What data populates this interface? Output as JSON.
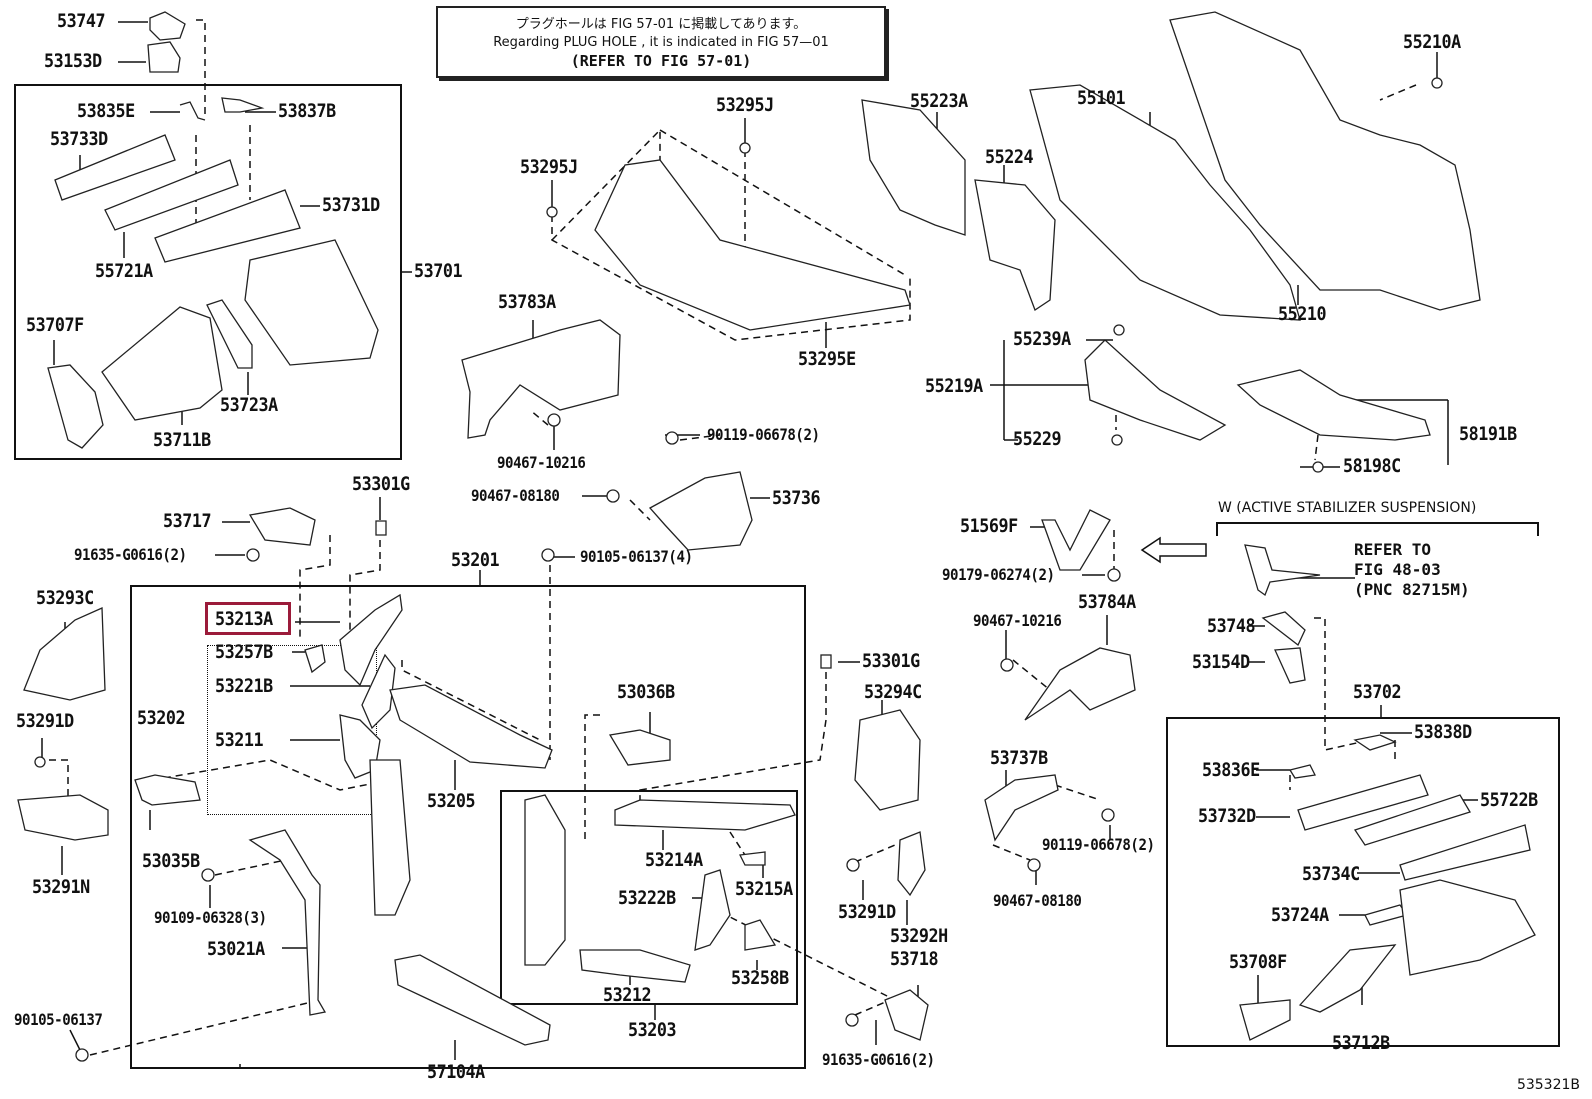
{
  "diagram": {
    "title_note": {
      "jp": "プラグホールは FIG 57-01 に掲載してあります。",
      "en": "Regarding  PLUG  HOLE , it is indicated in FIG  57—01",
      "ref": "(REFER TO FIG 57-01)"
    },
    "figure_code": "535321B",
    "highlighted_part": "53213A",
    "highlight_color": "#9b1b3a",
    "variant_note": "W (ACTIVE STABILIZER SUSPENSION)",
    "variant_ref": "REFER TO\nFIG 48-03\n(PNC 82715M)",
    "labels": [
      {
        "id": "53747",
        "text": "53747"
      },
      {
        "id": "53153D",
        "text": "53153D"
      },
      {
        "id": "53835E",
        "text": "53835E"
      },
      {
        "id": "53837B",
        "text": "53837B"
      },
      {
        "id": "53733D",
        "text": "53733D"
      },
      {
        "id": "53731D",
        "text": "53731D"
      },
      {
        "id": "55721A",
        "text": "55721A"
      },
      {
        "id": "53701",
        "text": "53701"
      },
      {
        "id": "53707F",
        "text": "53707F"
      },
      {
        "id": "53723A",
        "text": "53723A"
      },
      {
        "id": "53711B",
        "text": "53711B"
      },
      {
        "id": "53295J_a",
        "text": "53295J"
      },
      {
        "id": "53295J_b",
        "text": "53295J"
      },
      {
        "id": "53295E",
        "text": "53295E"
      },
      {
        "id": "53783A",
        "text": "53783A"
      },
      {
        "id": "90467-10216_a",
        "text": "90467-10216"
      },
      {
        "id": "90119-06678_a",
        "text": "90119-06678(2)"
      },
      {
        "id": "90467-08180_a",
        "text": "90467-08180"
      },
      {
        "id": "53736",
        "text": "53736"
      },
      {
        "id": "55223A",
        "text": "55223A"
      },
      {
        "id": "55224",
        "text": "55224"
      },
      {
        "id": "55101",
        "text": "55101"
      },
      {
        "id": "55210A",
        "text": "55210A"
      },
      {
        "id": "55210",
        "text": "55210"
      },
      {
        "id": "55239A",
        "text": "55239A"
      },
      {
        "id": "55219A",
        "text": "55219A"
      },
      {
        "id": "55229",
        "text": "55229"
      },
      {
        "id": "58191B",
        "text": "58191B"
      },
      {
        "id": "58198C",
        "text": "58198C"
      },
      {
        "id": "53301G_a",
        "text": "53301G"
      },
      {
        "id": "53717",
        "text": "53717"
      },
      {
        "id": "91635-G0616_a",
        "text": "91635-G0616(2)"
      },
      {
        "id": "53201",
        "text": "53201"
      },
      {
        "id": "90105-06137_a",
        "text": "90105-06137(4)"
      },
      {
        "id": "53293C",
        "text": "53293C"
      },
      {
        "id": "53213A",
        "text": "53213A"
      },
      {
        "id": "53257B",
        "text": "53257B"
      },
      {
        "id": "53221B",
        "text": "53221B"
      },
      {
        "id": "53202",
        "text": "53202"
      },
      {
        "id": "53211",
        "text": "53211"
      },
      {
        "id": "53291D_a",
        "text": "53291D"
      },
      {
        "id": "53035B",
        "text": "53035B"
      },
      {
        "id": "53205",
        "text": "53205"
      },
      {
        "id": "53036B",
        "text": "53036B"
      },
      {
        "id": "53291N",
        "text": "53291N"
      },
      {
        "id": "90109-06328",
        "text": "90109-06328(3)"
      },
      {
        "id": "53021A",
        "text": "53021A"
      },
      {
        "id": "90105-06137_b",
        "text": "90105-06137"
      },
      {
        "id": "57104A",
        "text": "57104A"
      },
      {
        "id": "53214A",
        "text": "53214A"
      },
      {
        "id": "53215A",
        "text": "53215A"
      },
      {
        "id": "53222B",
        "text": "53222B"
      },
      {
        "id": "53212",
        "text": "53212"
      },
      {
        "id": "53258B",
        "text": "53258B"
      },
      {
        "id": "53203",
        "text": "53203"
      },
      {
        "id": "53301G_b",
        "text": "53301G"
      },
      {
        "id": "53294C",
        "text": "53294C"
      },
      {
        "id": "53291D_b",
        "text": "53291D"
      },
      {
        "id": "53292H",
        "text": "53292H"
      },
      {
        "id": "53718",
        "text": "53718"
      },
      {
        "id": "91635-G0616_b",
        "text": "91635-G0616(2)"
      },
      {
        "id": "51569F",
        "text": "51569F"
      },
      {
        "id": "90179-06274",
        "text": "90179-06274(2)"
      },
      {
        "id": "53784A",
        "text": "53784A"
      },
      {
        "id": "90467-10216_b",
        "text": "90467-10216"
      },
      {
        "id": "53737B",
        "text": "53737B"
      },
      {
        "id": "90119-06678_b",
        "text": "90119-06678(2)"
      },
      {
        "id": "90467-08180_b",
        "text": "90467-08180"
      },
      {
        "id": "53748",
        "text": "53748"
      },
      {
        "id": "53154D",
        "text": "53154D"
      },
      {
        "id": "53702",
        "text": "53702"
      },
      {
        "id": "53838D",
        "text": "53838D"
      },
      {
        "id": "53836E",
        "text": "53836E"
      },
      {
        "id": "53732D",
        "text": "53732D"
      },
      {
        "id": "55722B",
        "text": "55722B"
      },
      {
        "id": "53734C",
        "text": "53734C"
      },
      {
        "id": "53724A",
        "text": "53724A"
      },
      {
        "id": "53708F",
        "text": "53708F"
      },
      {
        "id": "53712B",
        "text": "53712B"
      }
    ]
  }
}
